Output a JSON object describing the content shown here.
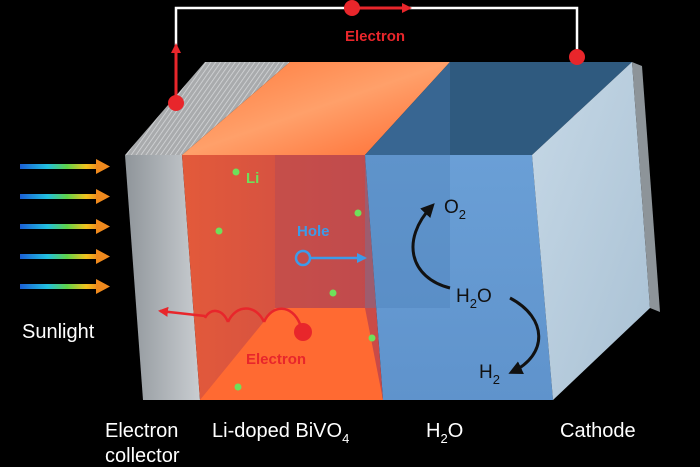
{
  "labels": {
    "electron_top": "Electron",
    "electron_inner": "Electron",
    "li": "Li",
    "hole": "Hole",
    "o2": "O",
    "o2_sub": "2",
    "h2o_center": "H",
    "h2o_center_sub": "2",
    "h2o_center_rest": "O",
    "h2": "H",
    "h2_sub": "2",
    "sunlight": "Sunlight",
    "bottom_electron_line1": "Electron",
    "bottom_electron_line2": "collector",
    "bottom_li_doped": "Li-doped BiVO",
    "bottom_li_doped_sub": "4",
    "bottom_h2o": "H",
    "bottom_h2o_sub": "2",
    "bottom_h2o_rest": "O",
    "bottom_cathode": "Cathode"
  },
  "colors": {
    "background": "#000000",
    "electron_red": "#e8262b",
    "li_green": "#6fe05a",
    "hole_blue": "#3d9be9",
    "bivo4_orange": "#f06a3a",
    "water_blue": "#6aa6dd",
    "collector_grey": "#bdbdbd"
  }
}
